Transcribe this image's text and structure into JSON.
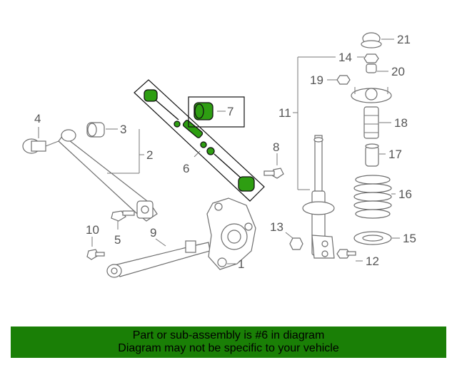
{
  "callouts": {
    "c1": "1",
    "c2": "2",
    "c3": "3",
    "c4": "4",
    "c5": "5",
    "c6": "6",
    "c7": "7",
    "c8": "8",
    "c9": "9",
    "c10": "10",
    "c11": "11",
    "c12": "12",
    "c13": "13",
    "c14": "14",
    "c15": "15",
    "c16": "16",
    "c17": "17",
    "c18": "18",
    "c19": "19",
    "c20": "20",
    "c21": "21"
  },
  "highlight_color": "#2e9e12",
  "banner": {
    "color": "#1a7f06",
    "line1": "Part or sub-assembly is #6 in diagram",
    "line2": "Diagram may not be specific to your vehicle"
  }
}
